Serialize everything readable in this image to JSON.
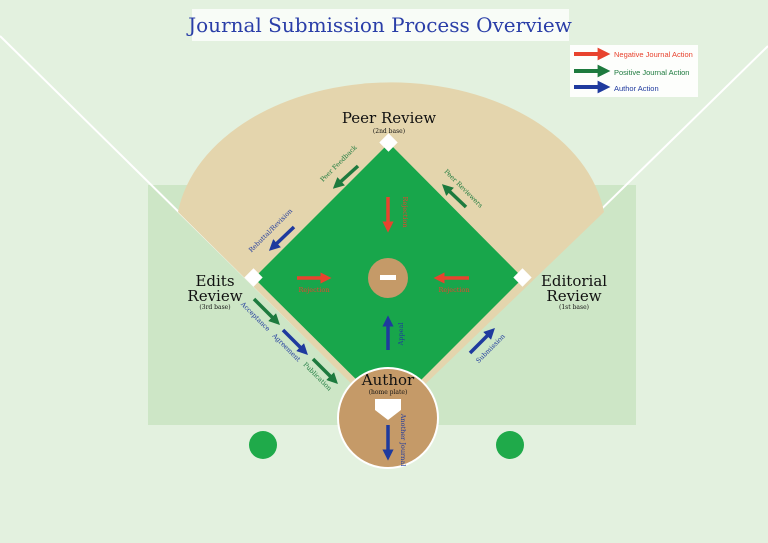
{
  "title": "Journal Submission Process Overview",
  "legend": [
    {
      "label": "Negative Journal Action",
      "color": "#e8432e"
    },
    {
      "label": "Positive Journal Action",
      "color": "#1d7a3e"
    },
    {
      "label": "Author Action",
      "color": "#1f3a9e"
    }
  ],
  "bases": {
    "second": {
      "name": "Peer Review",
      "sub": "(2nd base)"
    },
    "third": {
      "name_line1": "Edits",
      "name_line2": "Review",
      "sub": "(3rd base)"
    },
    "first": {
      "name_line1": "Editorial",
      "name_line2": "Review",
      "sub": "(1st base)"
    },
    "home": {
      "name": "Author",
      "sub": "(home plate)"
    }
  },
  "arrows": {
    "peer_feedback": "Peer Feedback",
    "peer_reviewers": "Peer Reviewers",
    "rebuttal_revision": "Rebuttal/Revision",
    "acceptance": "Acceptance",
    "agreement": "Agreement",
    "publication": "Publication",
    "submission": "Submission",
    "appeal": "Appeal",
    "another_journal": "Another Journal",
    "rejection_top": "Rejection",
    "rejection_left": "Rejection",
    "rejection_right": "Rejection"
  },
  "colors": {
    "background": "#e3f1df",
    "outfield": "#cde6c6",
    "dirt": "#e4d5ad",
    "infield": "#18a64b",
    "mound": "#c59a68",
    "negative": "#e8432e",
    "positive": "#1d7a3e",
    "author": "#1f3a9e",
    "title": "#2a3ea8",
    "dot": "#1faa4a"
  }
}
